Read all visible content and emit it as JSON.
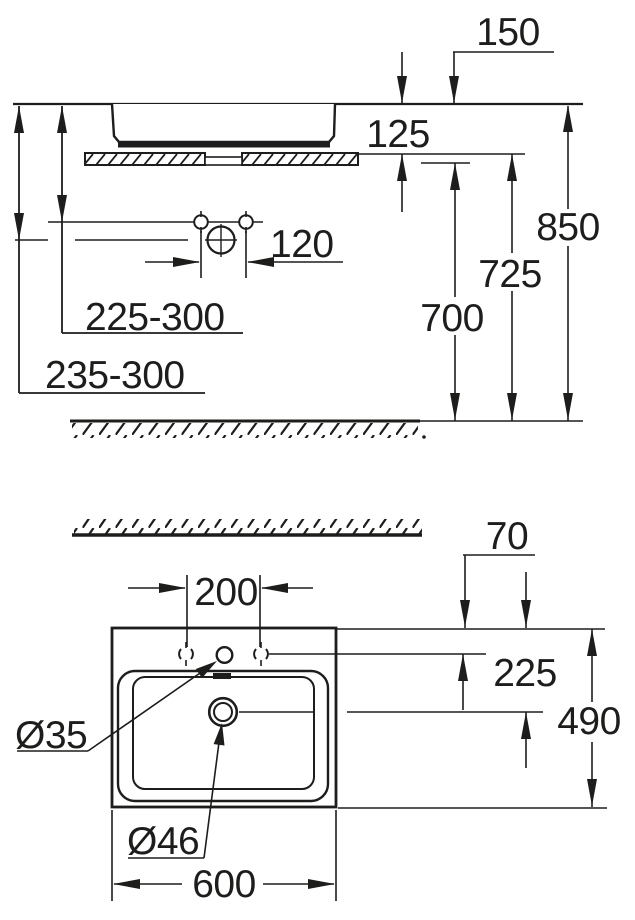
{
  "colors": {
    "ink": "#1d1d1b",
    "paper": "#ffffff"
  },
  "front_view": {
    "dims": {
      "h150": "150",
      "h125": "125",
      "h850": "850",
      "h725": "725",
      "h700": "700",
      "w120": "120",
      "supply_range": "225-300",
      "drain_range": "235-300"
    }
  },
  "plan_view": {
    "dims": {
      "d70": "70",
      "w200": "200",
      "d225": "225",
      "d490": "490",
      "w600": "600",
      "tap_dia": "Ø35",
      "drain_dia": "Ø46"
    }
  }
}
